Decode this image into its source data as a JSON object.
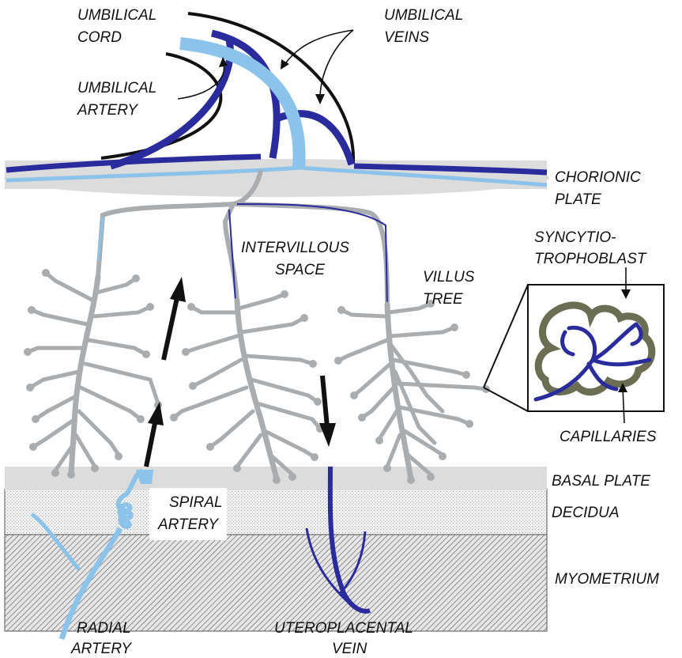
{
  "labels": {
    "umbilical_cord_1": "UMBILICAL",
    "umbilical_cord_2": "CORD",
    "umbilical_veins_1": "UMBILICAL",
    "umbilical_veins_2": "VEINS",
    "umbilical_artery_1": "UMBILICAL",
    "umbilical_artery_2": "ARTERY",
    "chorionic_plate_1": "CHORIONIC",
    "chorionic_plate_2": "PLATE",
    "syncytio_1": "SYNCYTIO-",
    "syncytio_2": "TROPHOBLAST",
    "intervillous_1": "INTERVILLOUS",
    "intervillous_2": "SPACE",
    "villus_tree_1": "VILLUS",
    "villus_tree_2": "TREE",
    "capillaries": "CAPILLARIES",
    "basal_plate": "BASAL PLATE",
    "decidua": "DECIDUA",
    "myometrium": "MYOMETRIUM",
    "spiral_artery_1": "SPIRAL",
    "spiral_artery_2": "ARTERY",
    "radial_artery_1": "RADIAL",
    "radial_artery_2": "ARTERY",
    "uteroplacental_1": "UTEROPLACENTAL",
    "uteroplacental_2": "VEIN"
  },
  "colors": {
    "artery": "#8cc3ea",
    "vein": "#2a2b9c",
    "villus": "#a9adb0",
    "plate": "#dcdcdc",
    "syncytio": "#6b6e52"
  },
  "icons": [
    "arrow-up-icon",
    "arrow-down-icon"
  ]
}
